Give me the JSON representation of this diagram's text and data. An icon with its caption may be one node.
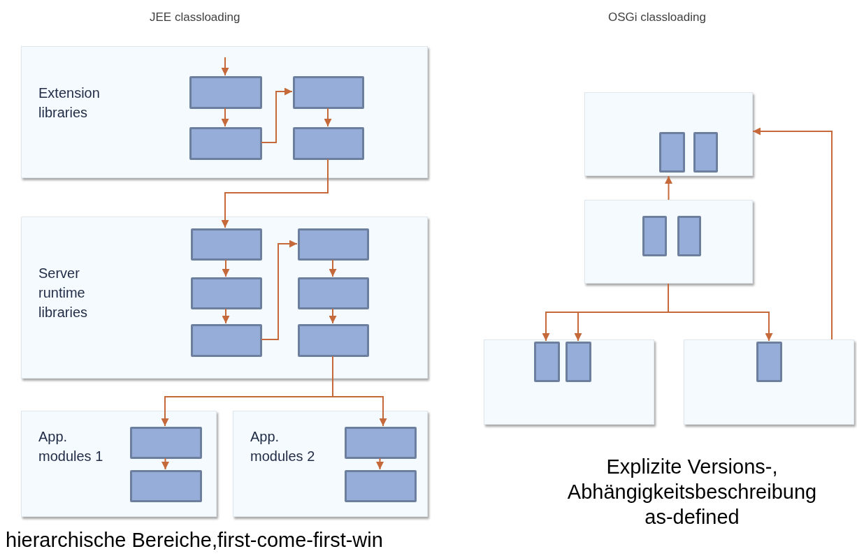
{
  "diagram": {
    "nodes": [
      {
        "text": [
          "Extension libraries"
        ]
      },
      {
        "text": [],
        "shape": "box",
        "in": 0
      },
      {
        "text": [],
        "shape": "box",
        "in": 0
      },
      {
        "text": [],
        "shape": "box",
        "in": 0
      },
      {
        "text": [],
        "shape": "box",
        "in": 0
      },
      {
        "text": [
          "Server runtime libraries"
        ]
      },
      {
        "text": [],
        "shape": "box",
        "in": 5
      },
      {
        "text": [],
        "shape": "box",
        "in": 5
      },
      {
        "text": [],
        "shape": "box",
        "in": 5
      },
      {
        "text": [],
        "shape": "box",
        "in": 5
      },
      {
        "text": [],
        "shape": "box",
        "in": 5
      },
      {
        "text": [],
        "shape": "box",
        "in": 5
      },
      {
        "text": [
          "App. modules 1"
        ]
      },
      {
        "text": [],
        "shape": "box",
        "in": 12
      },
      {
        "text": [],
        "shape": "box",
        "in": 12
      },
      {
        "text": [
          "App. modules 2"
        ]
      },
      {
        "text": [],
        "shape": "box",
        "in": 15
      },
      {
        "text": [],
        "shape": "box",
        "in": 15
      },
      {
        "text": [],
        "shape": "box"
      },
      {
        "text": [],
        "shape": "box",
        "in": 18
      },
      {
        "text": [],
        "shape": "box",
        "in": 18
      },
      {
        "text": [],
        "shape": "box"
      },
      {
        "text": [],
        "shape": "box",
        "in": 21
      },
      {
        "text": [],
        "shape": "box",
        "in": 21
      },
      {
        "text": [],
        "shape": "box"
      },
      {
        "text": [],
        "shape": "box",
        "in": 24
      },
      {
        "text": [],
        "shape": "box",
        "in": 24
      },
      {
        "text": [],
        "shape": "box"
      },
      {
        "text": [],
        "shape": "box",
        "in": 27
      }
    ],
    "edges": [
      {
        "from": null,
        "to": 1,
        "arrow": "to"
      },
      {
        "from": 1,
        "to": 2,
        "arrow": "to"
      },
      {
        "from": 2,
        "to": 3,
        "arrow": "to"
      },
      {
        "from": 3,
        "to": 4,
        "arrow": "to"
      },
      {
        "from": 4,
        "to": 6,
        "arrow": "to"
      },
      {
        "from": 6,
        "to": 7,
        "arrow": "to"
      },
      {
        "from": 7,
        "to": 8,
        "arrow": "to"
      },
      {
        "from": 8,
        "to": 9,
        "arrow": "to"
      },
      {
        "from": 9,
        "to": 10,
        "arrow": "to"
      },
      {
        "from": 10,
        "to": 11,
        "arrow": "to"
      },
      {
        "from": 11,
        "to": 13,
        "arrow": "to"
      },
      {
        "from": 11,
        "to": 16,
        "arrow": "to"
      },
      {
        "from": 13,
        "to": 14,
        "arrow": "to"
      },
      {
        "from": 16,
        "to": 17,
        "arrow": "to"
      },
      {
        "from": 21,
        "to": 18,
        "arrow": "to"
      },
      {
        "from": 21,
        "to": 25,
        "arrow": "to"
      },
      {
        "from": 21,
        "to": 26,
        "arrow": "to"
      },
      {
        "from": 21,
        "to": 28,
        "arrow": "to"
      },
      {
        "from": 27,
        "to": 18,
        "arrow": "to"
      }
    ],
    "labels": [
      "JEE classloading",
      "OSGi classloading",
      "hierarchische Bereiche,first-come-first-win",
      "Explizite Versions-, Abhängigkeitsbeschreibung as-defined"
    ]
  }
}
